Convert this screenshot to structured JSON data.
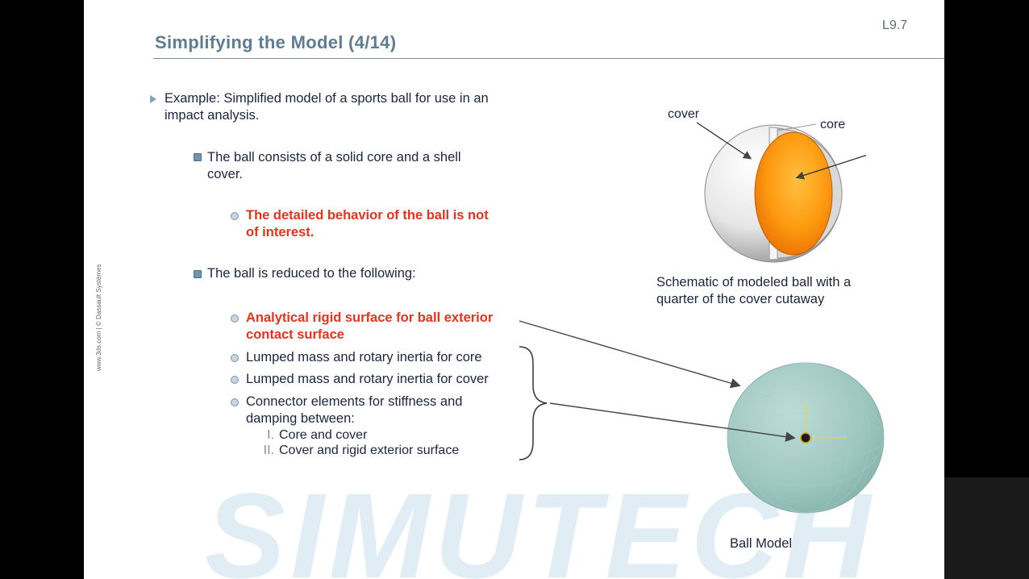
{
  "slide": {
    "title": "Simplifying the Model (4/14)",
    "page_number": "L9.7",
    "copyright": "www.3ds.com | © Dassault Systèmes",
    "watermark": "SIMUTECH"
  },
  "content": {
    "bullet1_line1": "Example: Simplified model of a sports ball for use in an",
    "bullet1_line2": "impact analysis.",
    "sub1_line1": "The ball consists of a solid core and a shell",
    "sub1_line2": "cover.",
    "red1_line1": "The detailed behavior of the ball is not",
    "red1_line2": "of interest.",
    "sub2": "The ball is reduced to the following:",
    "red2_line1": "Analytical rigid surface for ball exterior",
    "red2_line2": "contact surface",
    "item_core": "Lumped mass and rotary inertia for core",
    "item_cover": "Lumped mass and rotary inertia for cover",
    "item_conn_line1": "Connector elements for stiffness and",
    "item_conn_line2": "damping between:",
    "roman1_num": "I.",
    "roman1": "Core and cover",
    "roman2_num": "II.",
    "roman2": "Cover and rigid exterior surface"
  },
  "figures": {
    "label_cover": "cover",
    "label_core": "core",
    "caption1_line1": "Schematic of modeled ball with a",
    "caption1_line2": "quarter of the cover cutaway",
    "caption2": "Ball Model"
  },
  "colors": {
    "title": "#5f7d92",
    "body_text": "#1c2442",
    "highlight_red": "#e8331c",
    "core_orange": "#ff8a00",
    "ball_model_teal": "#9cc6c0"
  }
}
